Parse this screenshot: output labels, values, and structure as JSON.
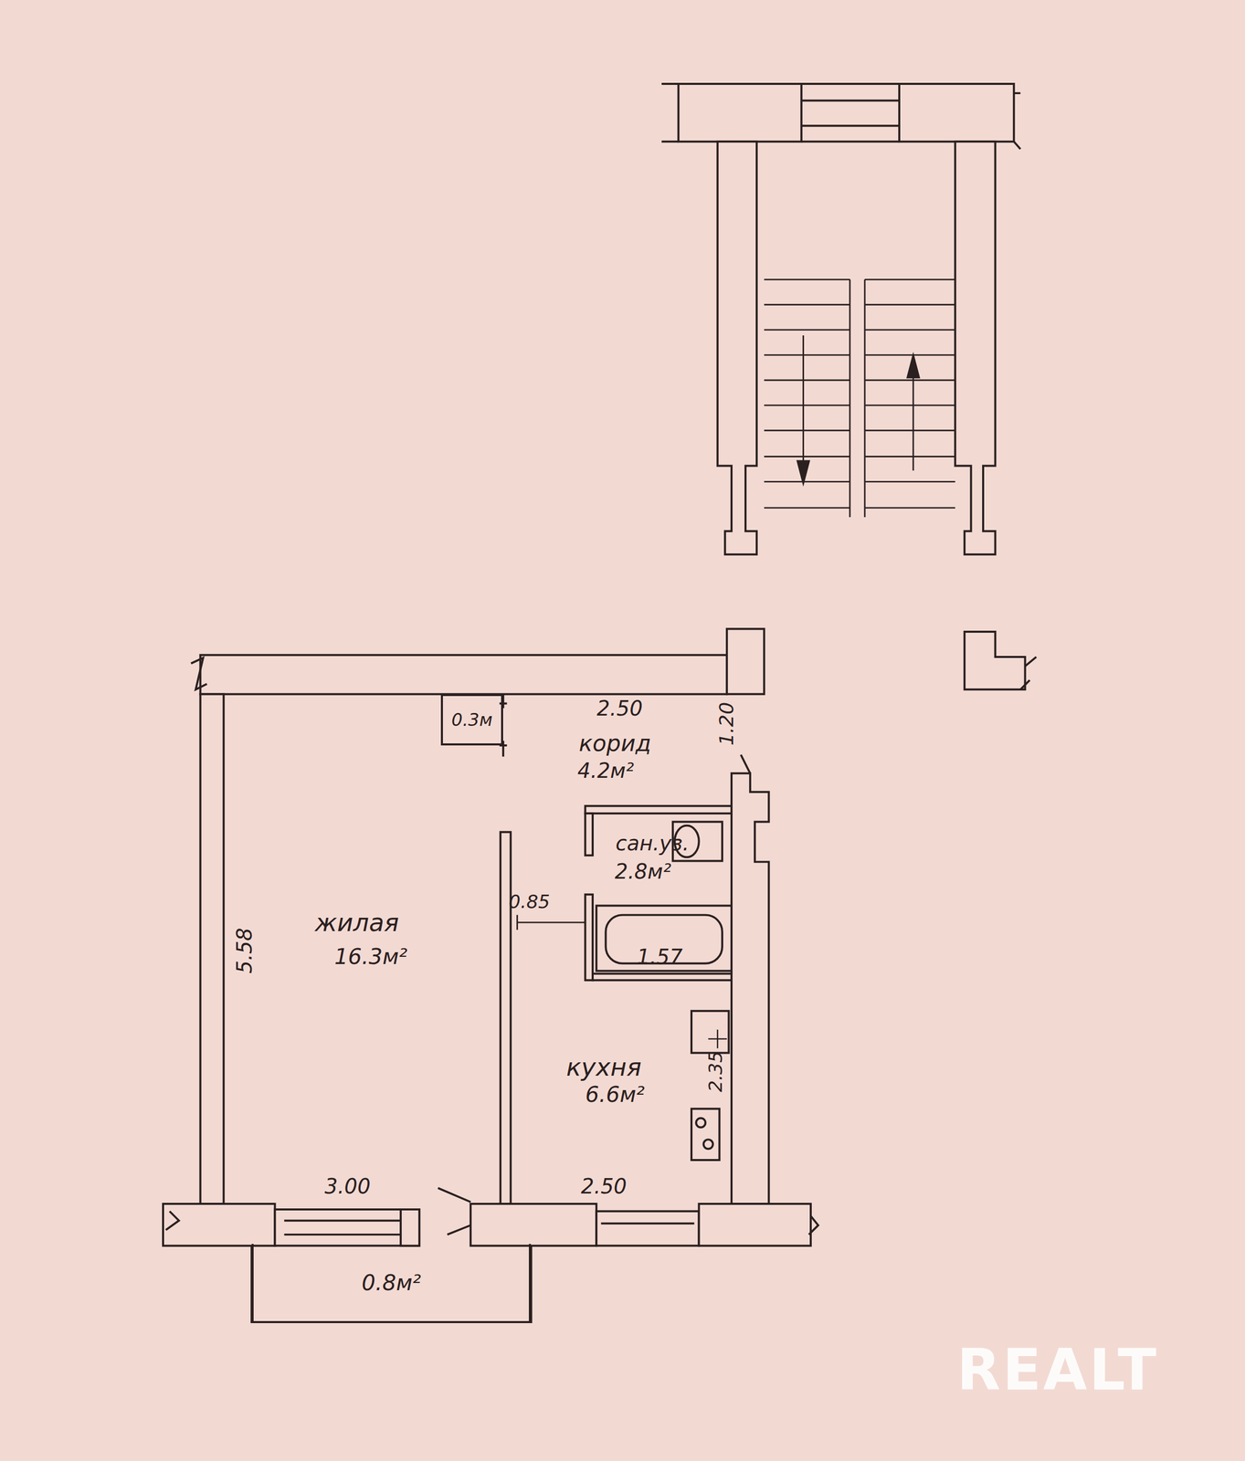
{
  "diagram": {
    "nodes": [
      {
        "text": [
          "0.3м"
        ]
      },
      {
        "text": [
          "0.8м²"
        ]
      }
    ],
    "labels": [
      "2.50",
      "корид",
      "4.2м²",
      "1.20",
      "сан.уз.",
      "2.8м²",
      "0.85",
      "жилая",
      "16.3м²",
      "5.58",
      "1.57",
      "кухня",
      "6.6м²",
      "2.35",
      "3.00",
      "2.50",
      "REALT"
    ]
  }
}
